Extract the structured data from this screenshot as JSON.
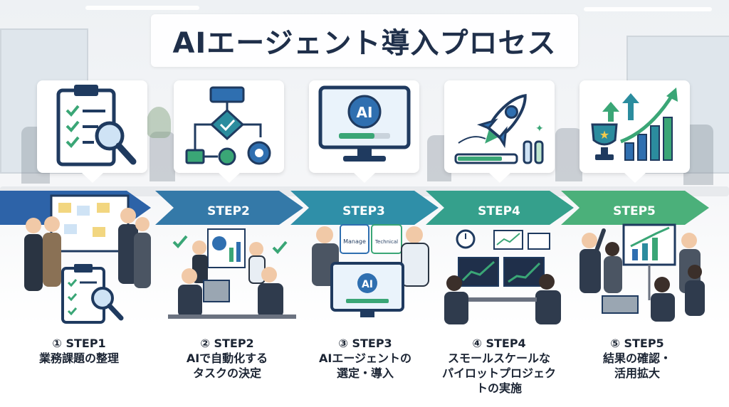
{
  "title": "AIエージェント導入プロセス",
  "arrows": [
    "",
    "STEP2",
    "STEP3",
    "STEP4",
    "STEP5"
  ],
  "steps": [
    {
      "num": "① STEP1",
      "text": "業務課題の整理"
    },
    {
      "num": "② STEP2",
      "text": "AIで自動化する\nタスクの決定"
    },
    {
      "num": "③ STEP3",
      "text": "AIエージェントの\n選定・導入"
    },
    {
      "num": "④ STEP4",
      "text": "スモールスケールな\nパイロットプロジェク\nトの実施"
    },
    {
      "num": "⑤ STEP5",
      "text": "結果の確認・\n活用拡大"
    }
  ],
  "icons": {
    "card1": "clipboard-checklist-magnifier-icon",
    "card2": "flowchart-gear-icon",
    "card3": "ai-monitor-icon",
    "card4": "rocket-launch-icon",
    "card5": "trophy-growth-chart-icon"
  },
  "monitor_text": "AI",
  "tags": {
    "manage": "Manage",
    "technical": "Technical"
  },
  "colors": {
    "navy": "#1f3a5f",
    "blue": "#2f6fb0",
    "teal": "#2b8c9e",
    "green": "#3aa676",
    "arrow1": "#2d63a8",
    "arrow2": "#3479a8",
    "arrow3": "#2f8fa8",
    "arrow4": "#35a08c",
    "arrow5": "#4bb07a"
  }
}
